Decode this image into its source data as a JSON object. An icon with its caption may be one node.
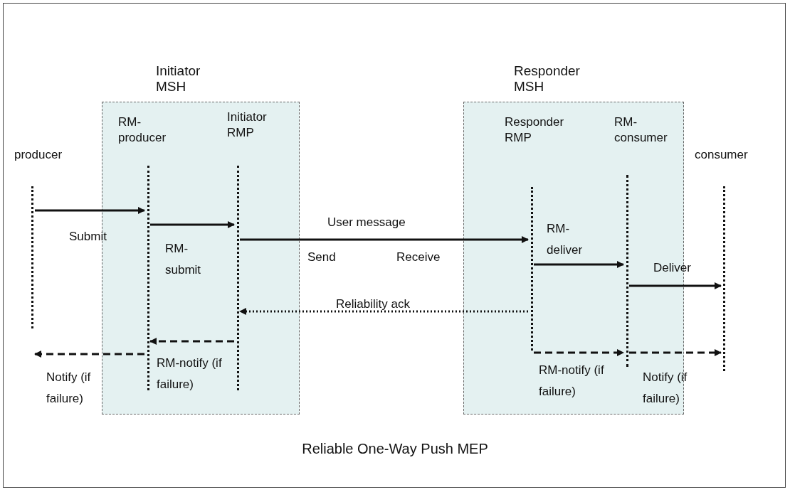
{
  "diagram": {
    "caption": "Reliable One-Way Push MEP",
    "nodes": [
      {
        "text": [
          "Initiator MSH"
        ]
      },
      {
        "text": [
          "Responder MSH"
        ]
      },
      {
        "text": [
          "producer"
        ]
      },
      {
        "text": [
          "RM- producer"
        ],
        "in": 0
      },
      {
        "text": [
          "Initiator RMP"
        ],
        "in": 0
      },
      {
        "text": [
          "Responder RMP"
        ],
        "in": 1
      },
      {
        "text": [
          "RM- consumer"
        ],
        "in": 1
      },
      {
        "text": [
          "consumer"
        ]
      }
    ],
    "edges": [
      {
        "from": 2,
        "to": 3,
        "arrow": "to",
        "label": "Submit"
      },
      {
        "from": 3,
        "to": 4,
        "arrow": "to",
        "label": "RM- submit"
      },
      {
        "from": 4,
        "to": 5,
        "arrow": "to",
        "label": "User message"
      },
      {
        "from": 5,
        "to": 6,
        "arrow": "to",
        "label": "RM- deliver"
      },
      {
        "from": 6,
        "to": 7,
        "arrow": "to",
        "label": "Deliver"
      },
      {
        "from": 5,
        "to": 4,
        "arrow": "to",
        "label": "Reliability ack",
        "style": "dashed"
      },
      {
        "from": 4,
        "to": 3,
        "arrow": "to",
        "label": "RM-notify (if failure)",
        "style": "dashed"
      },
      {
        "from": 3,
        "to": 2,
        "arrow": "to",
        "label": "Notify (if failure)",
        "style": "dashed"
      },
      {
        "from": 5,
        "to": 6,
        "arrow": "to",
        "label": "RM-notify (if failure)",
        "style": "dashed"
      },
      {
        "from": 6,
        "to": 7,
        "arrow": "to",
        "label": "Notify (if failure)",
        "style": "dashed"
      }
    ],
    "labels": [
      "Send",
      "Receive"
    ]
  }
}
